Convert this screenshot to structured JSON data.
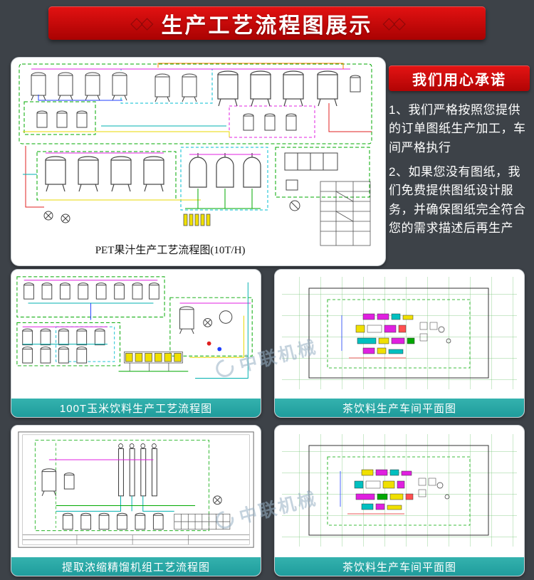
{
  "colors": {
    "background": "#3d4248",
    "banner_red": "#c40808",
    "badge_red": "#cf0a0a",
    "caption_teal": "#2aa6a6"
  },
  "banner": {
    "ornament_left": "◇◇",
    "title": "生产工艺流程图展示",
    "ornament_right": "◇◇"
  },
  "promise": {
    "badge": "我们用心承诺",
    "para1": "1、我们严格按照您提供的订单图纸生产加工，车间严格执行",
    "para2": "2、如果您没有图纸，我们免费提供图纸设计服务，并确保图纸完全符合您的需求描述后再生产"
  },
  "diagrams": {
    "pet": {
      "caption": "PET果汁生产工艺流程图(10T/H)"
    },
    "corn": {
      "caption": "100T玉米饮料生产工艺流程图"
    },
    "tea_plan_1": {
      "caption": "茶饮料生产车间平面图"
    },
    "distill": {
      "caption": "提取浓缩精馏机组工艺流程图"
    },
    "tea_plan_2": {
      "caption": "茶饮料生产车间平面图"
    }
  },
  "watermark": {
    "text": "中联机械"
  }
}
